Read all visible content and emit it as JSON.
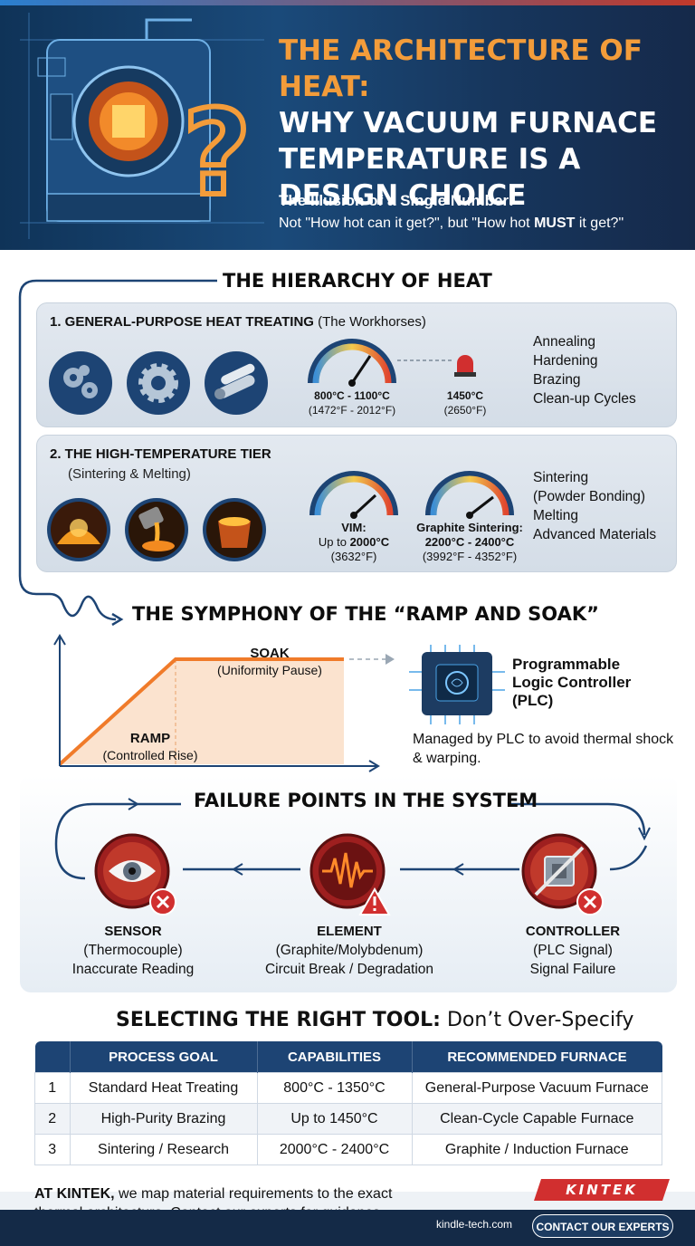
{
  "header": {
    "title_line1": "THE ARCHITECTURE OF HEAT:",
    "title_line2": "WHY VACUUM FURNACE",
    "title_line3": "TEMPERATURE IS A",
    "title_line4": "DESIGN CHOICE",
    "subtitle_bold": "The Illusion of a Single Number:",
    "subtitle_pre": "Not \"How hot can it get?\", but \"How hot ",
    "subtitle_must": "MUST",
    "subtitle_post": " it get?\""
  },
  "hierarchy": {
    "heading": "THE HIERARCHY OF HEAT",
    "tier1": {
      "title": "1. GENERAL-PURPOSE HEAT TREATING",
      "title_note": " (The Workhorses)",
      "gauge1_main": "800°C - 1100°C",
      "gauge1_sub": "(1472°F - 2012°F)",
      "gauge2_main": "1450°C",
      "gauge2_sub": "(2650°F)",
      "uses": [
        "Annealing",
        "Hardening",
        "Brazing",
        "Clean-up Cycles"
      ]
    },
    "tier2": {
      "title": "2. THE HIGH-TEMPERATURE TIER",
      "subtitle": "(Sintering & Melting)",
      "gauge1_name": "VIM:",
      "gauge1_pre": "Up to ",
      "gauge1_val": "2000°C",
      "gauge1_sub": "(3632°F)",
      "gauge2_name": "Graphite Sintering:",
      "gauge2_val": "2200°C - 2400°C",
      "gauge2_sub": "(3992°F - 4352°F)",
      "uses": [
        "Sintering",
        "(Powder Bonding)",
        "Melting",
        "Advanced Materials"
      ]
    }
  },
  "ramp": {
    "heading": "THE SYMPHONY OF THE “RAMP AND SOAK”",
    "soak_label": "SOAK",
    "soak_note": "(Uniformity Pause)",
    "ramp_label": "RAMP",
    "ramp_note": "(Controlled Rise)",
    "plc_title_1": "Programmable",
    "plc_title_2": "Logic Controller",
    "plc_title_3": "(PLC)",
    "plc_desc": "Managed by PLC to avoid thermal shock & warping."
  },
  "failures": {
    "heading": "FAILURE POINTS IN THE SYSTEM",
    "items": [
      {
        "name": "SENSOR",
        "part": "(Thermocouple)",
        "issue": "Inaccurate Reading"
      },
      {
        "name": "ELEMENT",
        "part": "(Graphite/Molybdenum)",
        "issue": "Circuit Break / Degradation"
      },
      {
        "name": "CONTROLLER",
        "part": "(PLC Signal)",
        "issue": "Signal Failure"
      }
    ]
  },
  "selection": {
    "heading_bold": "SELECTING THE RIGHT TOOL:",
    "heading_rest": " Don’t Over-Specify",
    "columns": [
      "",
      "PROCESS GOAL",
      "CAPABILITIES",
      "RECOMMENDED FURNACE"
    ],
    "rows": [
      [
        "1",
        "Standard Heat Treating",
        "800°C - 1350°C",
        "General-Purpose Vacuum Furnace"
      ],
      [
        "2",
        "High-Purity Brazing",
        "Up to 1450°C",
        "Clean-Cycle Capable Furnace"
      ],
      [
        "3",
        "Sintering / Research",
        "2000°C - 2400°C",
        "Graphite / Induction Furnace"
      ]
    ]
  },
  "footer": {
    "brand_bold": "AT KINTEK,",
    "text_line1": " we map material requirements to the exact",
    "text_line2": "thermal architecture. Contact our experts for guidance.",
    "logo_text": "KINTEK",
    "url": "kindle-tech.com",
    "cta": "CONTACT OUR EXPERTS"
  },
  "colors": {
    "accent": "#f39c3a",
    "navy": "#1d4474",
    "alert": "#c0392b"
  }
}
